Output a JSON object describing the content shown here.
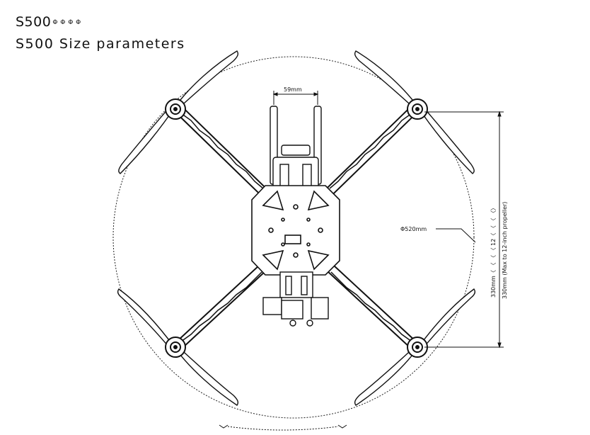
{
  "header": {
    "title_line1": "S500",
    "title_line1_glyphs": "Φ Φ Φ Φ",
    "title_line2": "S500 Size parameters"
  },
  "dimensions": {
    "top_mount_width": "59mm",
    "diameter": "Φ520mm",
    "vertical_line1": "330mm〈 〈 〈 〈 12〈 〈 〈 〈〉",
    "vertical_line2": "330mm (Max to 12-inch propeller)"
  },
  "colors": {
    "ink": "#111111",
    "background": "#ffffff"
  }
}
